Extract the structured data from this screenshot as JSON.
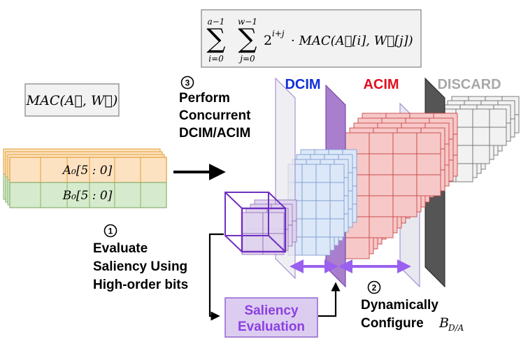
{
  "formula": {
    "sum1_top": "a−1",
    "sum1_bottom": "i=0",
    "sum2_top": "w−1",
    "sum2_bottom": "j=0",
    "sigma": "∑",
    "two": "2",
    "exponent": "i+j",
    "body": "· MAC(A⃗[i], W⃗[j])"
  },
  "mac_box": {
    "text": "MAC(A⃗, W⃗)"
  },
  "input_block": {
    "row_a": "A₀[5 : 0]",
    "row_b": "B₀[5 : 0]",
    "row_a_color": "#fde2c2",
    "row_b_color": "#d6ebcd"
  },
  "step1": {
    "number": "1",
    "lines": [
      "Evaluate",
      "Saliency Using",
      "High-order bits"
    ]
  },
  "step2": {
    "number": "2",
    "line1": "Dynamically",
    "line2": "Configure",
    "symbol": "B",
    "symbol_sub": "D/A"
  },
  "step3": {
    "number": "3",
    "lines": [
      "Perform",
      "Concurrent",
      "DCIM/ACIM"
    ]
  },
  "regions": {
    "dcim": {
      "label": "DCIM",
      "color": "#1030d8",
      "fill": "#dce8f8",
      "stroke": "#7f9ccf"
    },
    "acim": {
      "label": "ACIM",
      "color": "#e01020",
      "fill": "#f7c8c8",
      "stroke": "#c84848"
    },
    "discard": {
      "label": "DISCARD",
      "color": "#a8a8a8",
      "fill": "#f2f2f2",
      "stroke": "#707070"
    }
  },
  "saliency_box": {
    "lines": [
      "Saliency",
      "Evaluation"
    ],
    "fill": "#dccdf0",
    "stroke": "#9464cf",
    "text_color": "#8b3fe0"
  },
  "colors": {
    "cube": "#7030c0",
    "purple_arrow": "#9a60f0",
    "purple_plane": "#a070c8",
    "dark_plane": "#555555"
  }
}
